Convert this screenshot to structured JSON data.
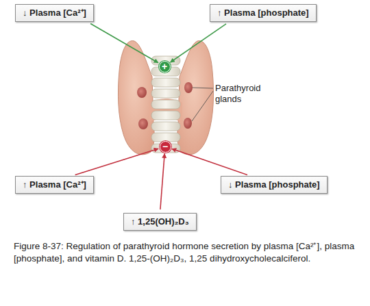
{
  "diagram": {
    "caption": "Figure 8-37: Regulation of parathyroid hormone secretion by plasma [Ca²⁺], plasma [phosphate], and vitamin D. 1,25-(OH)₂D₃, 1,25 dihydroxycholecalciferol.",
    "nodes": [
      {
        "text": [
          "↓ Plasma [Ca²⁺]"
        ]
      },
      {
        "text": [
          "↑ Plasma [phosphate]"
        ]
      },
      {
        "text": [
          "+"
        ]
      },
      {
        "text": [
          "−"
        ]
      },
      {
        "text": [
          "↑ Plasma [Ca²⁺]"
        ]
      },
      {
        "text": [
          "↓ Plasma [phosphate]"
        ]
      },
      {
        "text": [
          "↑ 1,25(OH)₂D₃"
        ]
      }
    ],
    "edges": [
      {
        "from": 0,
        "to": 2,
        "arrow": "to"
      },
      {
        "from": 1,
        "to": 2,
        "arrow": "to"
      },
      {
        "from": 4,
        "to": 3,
        "arrow": "to"
      },
      {
        "from": 5,
        "to": 3,
        "arrow": "to"
      },
      {
        "from": 6,
        "to": 3,
        "arrow": "to"
      }
    ],
    "labels": [
      "Parathyroid glands"
    ]
  }
}
